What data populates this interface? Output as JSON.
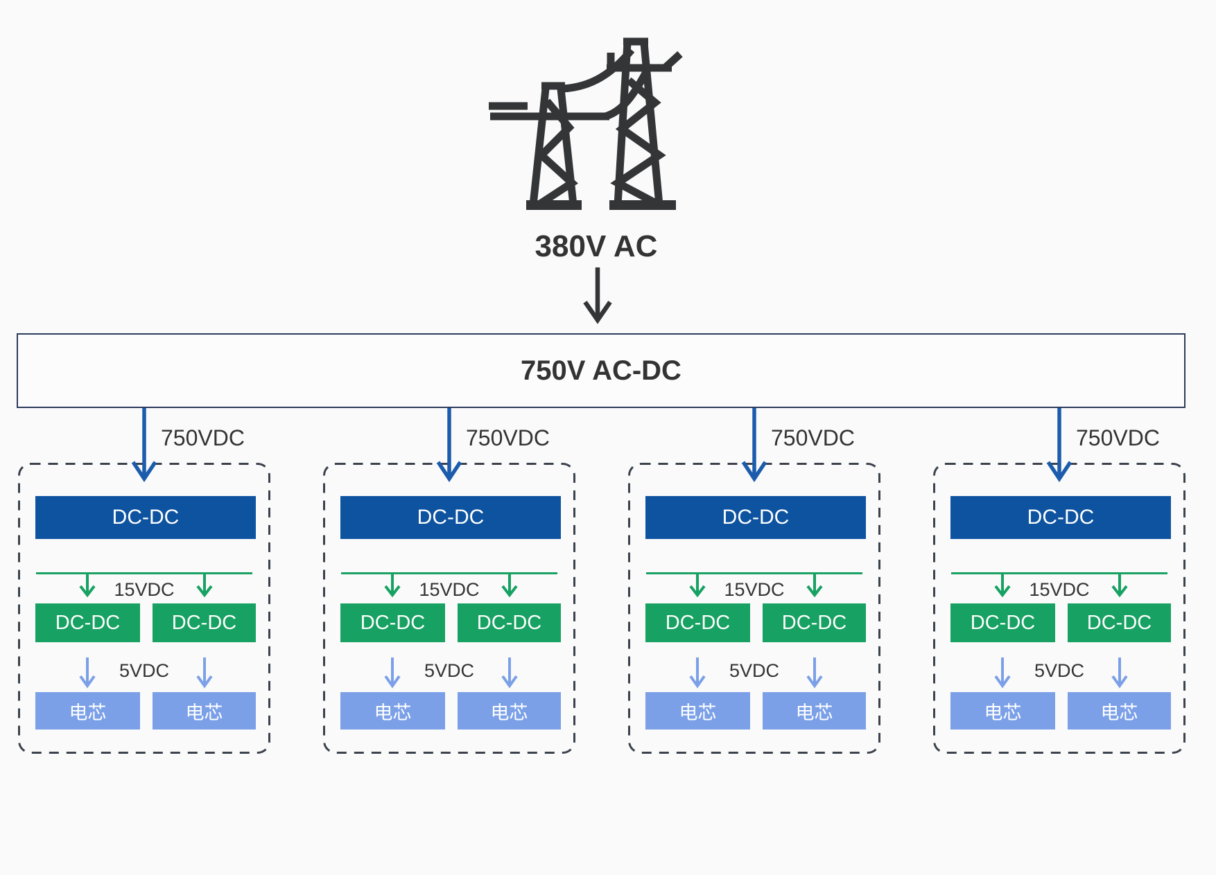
{
  "diagram": {
    "source": {
      "icon": "transmission-tower-icon",
      "voltage_label": "380V AC"
    },
    "rectifier": {
      "label": "750V AC-DC"
    },
    "branches": [
      {
        "input_voltage_label": "750VDC",
        "primary_converter_label": "DC-DC",
        "intermediate_voltage_label": "15VDC",
        "secondary_converters": [
          "DC-DC",
          "DC-DC"
        ],
        "output_voltage_label": "5VDC",
        "loads": [
          "电芯",
          "电芯"
        ]
      },
      {
        "input_voltage_label": "750VDC",
        "primary_converter_label": "DC-DC",
        "intermediate_voltage_label": "15VDC",
        "secondary_converters": [
          "DC-DC",
          "DC-DC"
        ],
        "output_voltage_label": "5VDC",
        "loads": [
          "电芯",
          "电芯"
        ]
      },
      {
        "input_voltage_label": "750VDC",
        "primary_converter_label": "DC-DC",
        "intermediate_voltage_label": "15VDC",
        "secondary_converters": [
          "DC-DC",
          "DC-DC"
        ],
        "output_voltage_label": "5VDC",
        "loads": [
          "电芯",
          "电芯"
        ]
      },
      {
        "input_voltage_label": "750VDC",
        "primary_converter_label": "DC-DC",
        "intermediate_voltage_label": "15VDC",
        "secondary_converters": [
          "DC-DC",
          "DC-DC"
        ],
        "output_voltage_label": "5VDC",
        "loads": [
          "电芯",
          "电芯"
        ]
      }
    ]
  },
  "colors": {
    "background": "#fafafa",
    "primary_converter_blue": "#0e53a0",
    "secondary_converter_green": "#17a162",
    "cell_light_blue": "#7ba0e8",
    "flow_arrow_blue": "#1c5cac",
    "dark_text": "#333333",
    "group_dashed_border": "#3b424c",
    "rectifier_border": "#2c3a5c",
    "tower_icon": "#333537"
  }
}
